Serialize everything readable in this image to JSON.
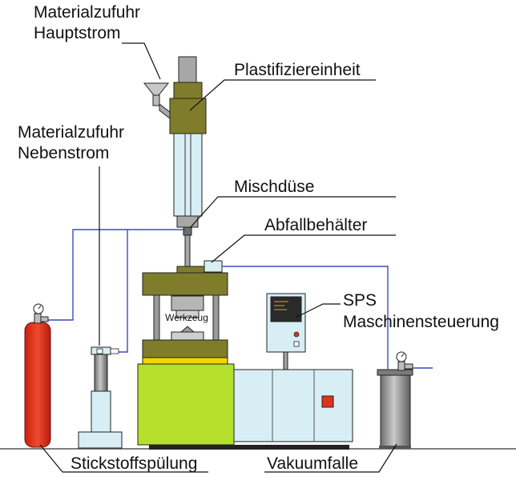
{
  "labels": {
    "feed_main_line1": "Materialzufuhr",
    "feed_main_line2": "Hauptstrom",
    "plasticizing_unit": "Plastifiziereinheit",
    "feed_side_line1": "Materialzufuhr",
    "feed_side_line2": "Nebenstrom",
    "mixing_nozzle": "Mischdüse",
    "waste_container": "Abfallbehälter",
    "plc_line1": "SPS",
    "plc_line2": "Maschinensteuerung",
    "tool": "Werkzeug",
    "nitrogen_purge": "Stickstoffspülung",
    "vacuum_trap": "Vakuumfalle"
  },
  "colors": {
    "olive": "#7f7d2b",
    "light_blue": "#d8eef5",
    "lime": "#b5e02c",
    "red_cylinder": "#e0321c",
    "gray": "#a9a9a9",
    "pipe_blue": "#3a4cc0",
    "yellow": "#f5d400",
    "stop_button": "#e0321c"
  }
}
